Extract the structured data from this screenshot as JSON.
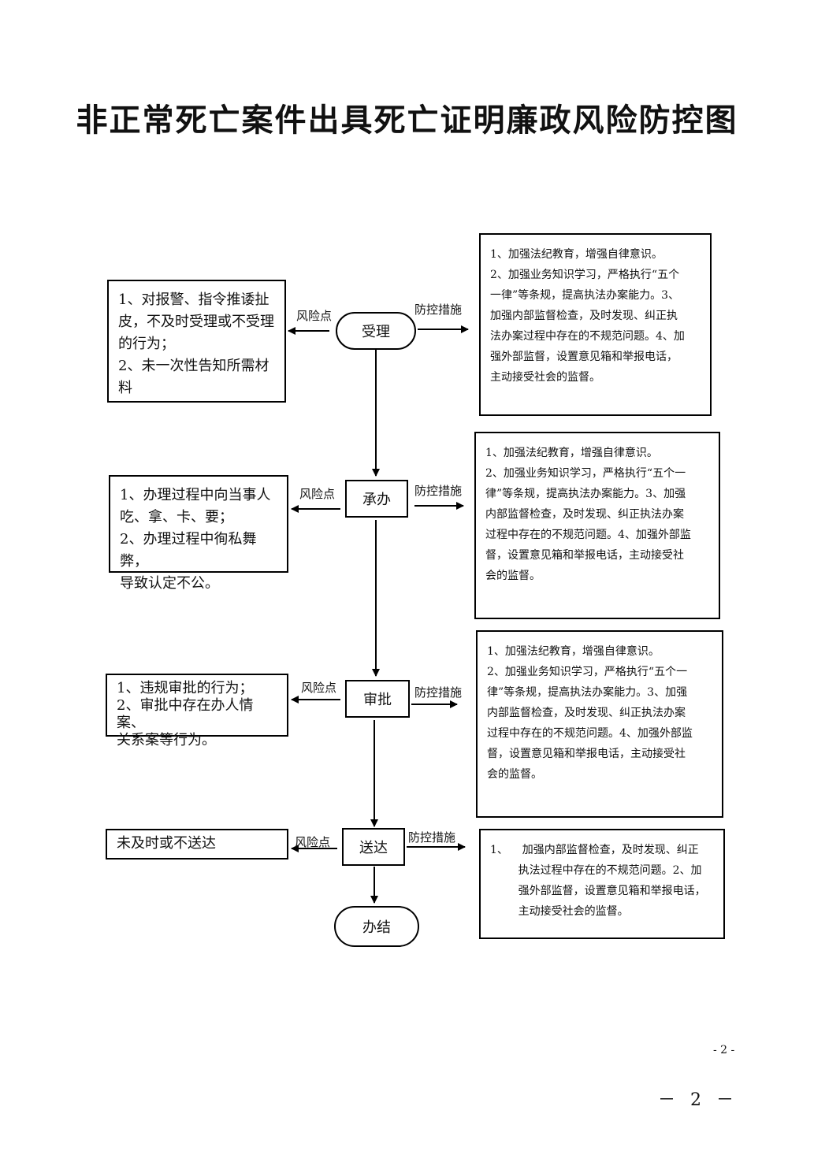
{
  "title": "非正常死亡案件出具死亡证明廉政风险防控图",
  "labels": {
    "risk": "风险点",
    "control": "防控措施"
  },
  "steps": [
    "受理",
    "承办",
    "审批",
    "送达",
    "办结"
  ],
  "risks": [
    [
      "1、对报警、指令推诿扯",
      "皮，不及时受理或不受理",
      "的行为；",
      "2、未一次性告知所需材",
      "料"
    ],
    [
      "1、办理过程中向当事人",
      "吃、拿、卡、要；",
      "2、办理过程中徇私舞弊，",
      "导致认定不公。"
    ],
    [
      "1、违规审批的行为；",
      "2、审批中存在办人情案、",
      "关系案等行为。"
    ],
    [
      "未及时或不送达"
    ]
  ],
  "controls": [
    [
      "1、加强法纪教育，增强自律意识。",
      "2、加强业务知识学习，严格执行“五个",
      "一律”等条规，提高执法办案能力。3、",
      "加强内部监督检查，及时发现、纠正执",
      "法办案过程中存在的不规范问题。4、加",
      "强外部监督，设置意见箱和举报电话，",
      "主动接受社会的监督。"
    ],
    [
      "1、加强法纪教育，增强自律意识。",
      "2、加强业务知识学习，严格执行“五个一",
      "律”等条规，提高执法办案能力。3、加强",
      "内部监督检查，及时发现、纠正执法办案",
      "过程中存在的不规范问题。4、加强外部监",
      "督，设置意见箱和举报电话，主动接受社",
      "会的监督。"
    ],
    [
      "1、加强法纪教育，增强自律意识。",
      "2、加强业务知识学习，严格执行“五个一",
      "律”等条规，提高执法办案能力。3、加强",
      "内部监督检查，及时发现、纠正执法办案",
      "过程中存在的不规范问题。4、加强外部监",
      "督，设置意见箱和举报电话，主动接受社",
      "会的监督。"
    ],
    [
      "1、    加强内部监督检查，及时发现、纠正",
      "        执法过程中存在的不规范问题。2、加",
      "        强外部监督，设置意见箱和举报电话，",
      "        主动接受社会的监督。"
    ]
  ],
  "page_number_small": "- 2 -",
  "page_number_large": "－ 2 －"
}
